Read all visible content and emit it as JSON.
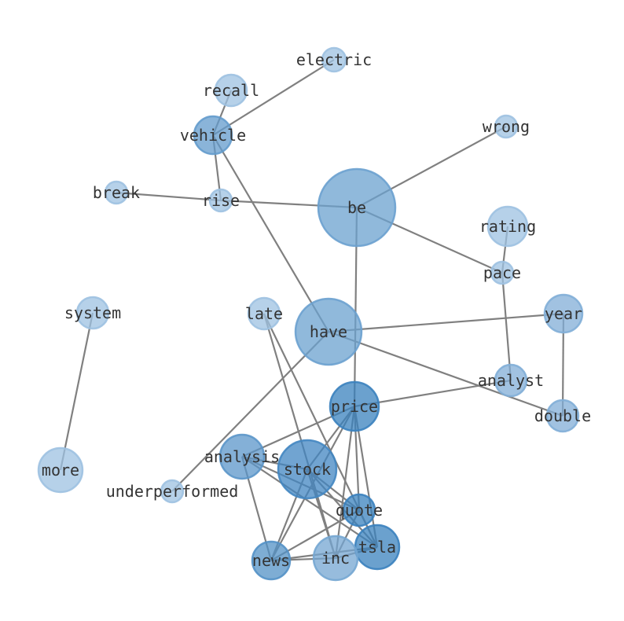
{
  "chart_data": {
    "type": "network",
    "title": "",
    "nodes": [
      {
        "id": "electric",
        "label": "electric",
        "size": 15,
        "shade": 0.25
      },
      {
        "id": "recall",
        "label": "recall",
        "size": 20,
        "shade": 0.25
      },
      {
        "id": "vehicle",
        "label": "vehicle",
        "size": 24,
        "shade": 0.6
      },
      {
        "id": "wrong",
        "label": "wrong",
        "size": 14,
        "shade": 0.25
      },
      {
        "id": "break",
        "label": "break",
        "size": 14,
        "shade": 0.25
      },
      {
        "id": "rise",
        "label": "rise",
        "size": 14,
        "shade": 0.25
      },
      {
        "id": "be",
        "label": "be",
        "size": 49,
        "shade": 0.55
      },
      {
        "id": "rating",
        "label": "rating",
        "size": 25,
        "shade": 0.25
      },
      {
        "id": "pace",
        "label": "pace",
        "size": 14,
        "shade": 0.25
      },
      {
        "id": "system",
        "label": "system",
        "size": 20,
        "shade": 0.25
      },
      {
        "id": "late",
        "label": "late",
        "size": 20,
        "shade": 0.25
      },
      {
        "id": "have",
        "label": "have",
        "size": 42,
        "shade": 0.55
      },
      {
        "id": "year",
        "label": "year",
        "size": 24,
        "shade": 0.42
      },
      {
        "id": "analyst",
        "label": "analyst",
        "size": 20,
        "shade": 0.42
      },
      {
        "id": "double",
        "label": "double",
        "size": 20,
        "shade": 0.42
      },
      {
        "id": "price",
        "label": "price",
        "size": 31,
        "shade": 0.85
      },
      {
        "id": "analysis",
        "label": "analysis",
        "size": 28,
        "shade": 0.65
      },
      {
        "id": "stock",
        "label": "stock",
        "size": 37,
        "shade": 0.8
      },
      {
        "id": "more",
        "label": "more",
        "size": 28,
        "shade": 0.25
      },
      {
        "id": "underperformed",
        "label": "underperformed",
        "size": 14,
        "shade": 0.25
      },
      {
        "id": "quote",
        "label": "quote",
        "size": 20,
        "shade": 0.85
      },
      {
        "id": "tsla",
        "label": "tsla",
        "size": 28,
        "shade": 0.85
      },
      {
        "id": "news",
        "label": "news",
        "size": 24,
        "shade": 0.7
      },
      {
        "id": "inc",
        "label": "inc",
        "size": 28,
        "shade": 0.5
      }
    ],
    "edges": [
      [
        "electric",
        "vehicle"
      ],
      [
        "recall",
        "vehicle"
      ],
      [
        "vehicle",
        "rise"
      ],
      [
        "vehicle",
        "have"
      ],
      [
        "break",
        "rise"
      ],
      [
        "rise",
        "be"
      ],
      [
        "wrong",
        "be"
      ],
      [
        "be",
        "pace"
      ],
      [
        "be",
        "price"
      ],
      [
        "rating",
        "pace"
      ],
      [
        "pace",
        "analyst"
      ],
      [
        "system",
        "more"
      ],
      [
        "have",
        "year"
      ],
      [
        "have",
        "double"
      ],
      [
        "have",
        "underperformed"
      ],
      [
        "year",
        "double"
      ],
      [
        "analyst",
        "price"
      ],
      [
        "late",
        "inc"
      ],
      [
        "late",
        "tsla"
      ],
      [
        "price",
        "analysis"
      ],
      [
        "price",
        "stock"
      ],
      [
        "price",
        "news"
      ],
      [
        "price",
        "inc"
      ],
      [
        "price",
        "quote"
      ],
      [
        "price",
        "tsla"
      ],
      [
        "analysis",
        "stock"
      ],
      [
        "analysis",
        "quote"
      ],
      [
        "analysis",
        "tsla"
      ],
      [
        "analysis",
        "news"
      ],
      [
        "stock",
        "quote"
      ],
      [
        "stock",
        "tsla"
      ],
      [
        "stock",
        "inc"
      ],
      [
        "stock",
        "news"
      ],
      [
        "news",
        "inc"
      ],
      [
        "news",
        "tsla"
      ],
      [
        "news",
        "quote"
      ],
      [
        "inc",
        "quote"
      ],
      [
        "inc",
        "tsla"
      ],
      [
        "quote",
        "tsla"
      ]
    ],
    "colors": {
      "light": "#c6dbef",
      "mid": "#6baed6",
      "dark": "#2171b5",
      "edge": "#808080"
    }
  }
}
